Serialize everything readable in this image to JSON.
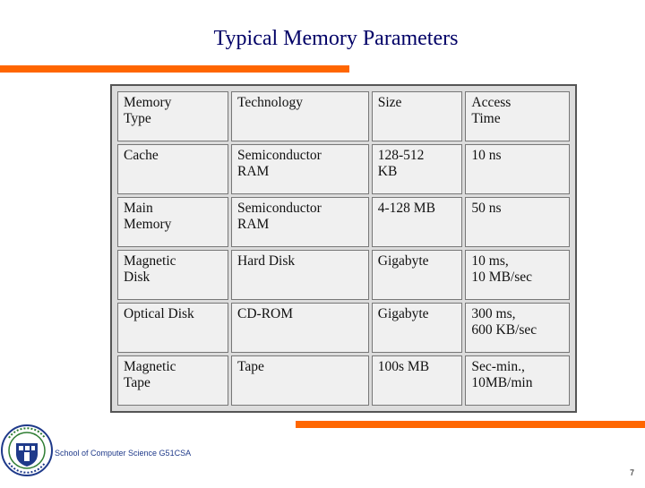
{
  "title": "Typical Memory Parameters",
  "table": {
    "headers": [
      "Memory\nType",
      "Technology",
      "Size",
      "Access\nTime"
    ],
    "rows": [
      [
        "Cache",
        "Semiconductor\nRAM",
        "128-512\nKB",
        "10 ns"
      ],
      [
        "Main\nMemory",
        "Semiconductor\nRAM",
        "4-128 MB",
        "50 ns"
      ],
      [
        "Magnetic\nDisk",
        "Hard Disk",
        "Gigabyte",
        "10 ms,\n10 MB/sec"
      ],
      [
        "Optical Disk",
        "CD-ROM",
        "Gigabyte",
        "300 ms,\n600 KB/sec"
      ],
      [
        "Magnetic\nTape",
        "Tape",
        "100s MB",
        "Sec-min.,\n10MB/min"
      ]
    ]
  },
  "footer": {
    "text": "School of Computer Science G51CSA",
    "page_number": "7"
  },
  "logo": {
    "icon": "university-crest-icon"
  },
  "colors": {
    "accent_bar": "#ff6600",
    "title": "#000066",
    "footer_text": "#1f3a8a"
  }
}
